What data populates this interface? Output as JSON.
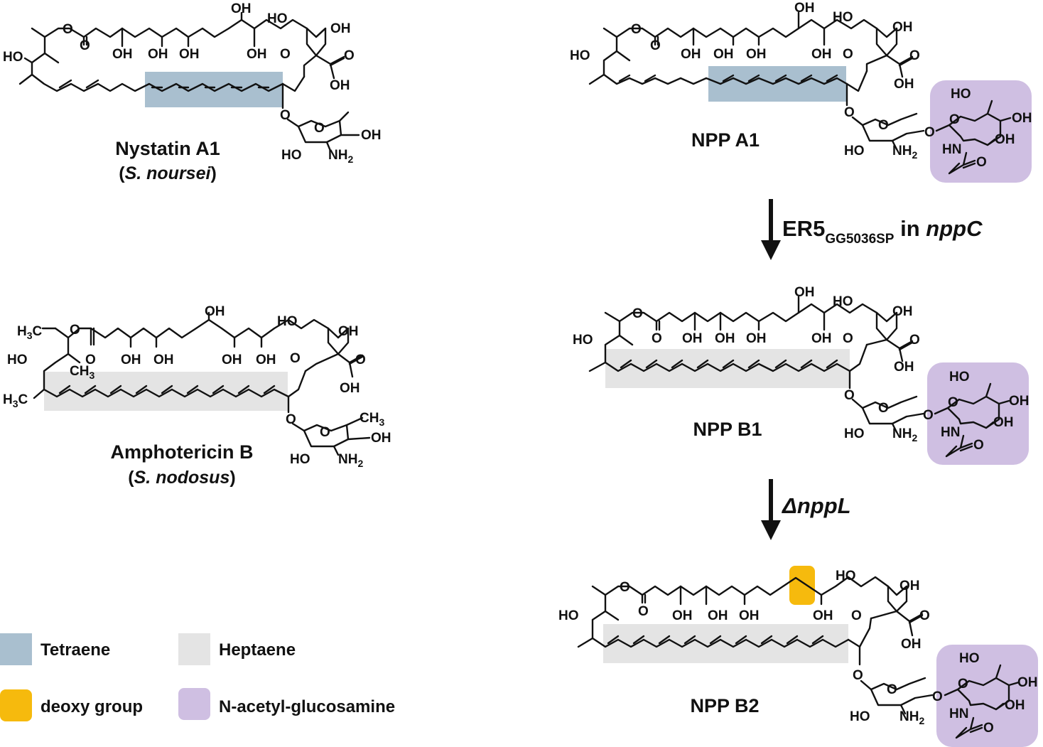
{
  "colors": {
    "tetraene": "#a9bfcf",
    "heptaene": "#e4e4e4",
    "deoxy": "#f6ba0d",
    "nag": "#cfbfe2",
    "ink": "#111111"
  },
  "compounds": {
    "nystatin": {
      "name": "Nystatin A1",
      "org_open": "(",
      "org_species": "S. noursei",
      "org_close": ")"
    },
    "amphotericin": {
      "name": "Amphotericin B",
      "org_open": "(",
      "org_species": "S. nodosus",
      "org_close": ")"
    },
    "npp_a1": {
      "name": "NPP A1"
    },
    "npp_b1": {
      "name": "NPP B1"
    },
    "npp_b2": {
      "name": "NPP B2"
    }
  },
  "steps": {
    "step1": {
      "main": "ER5",
      "sub": "GG5036SP",
      "mid": " in ",
      "gene": "nppC"
    },
    "step2": {
      "delta": "Δ",
      "gene": "nppL"
    }
  },
  "legend": [
    {
      "label": "Tetraene",
      "swatch": "tetraene"
    },
    {
      "label": "Heptaene",
      "swatch": "heptaene"
    },
    {
      "label": "deoxy group",
      "swatch": "deoxy"
    },
    {
      "label": "N-acetyl-glucosamine",
      "swatch": "nag"
    }
  ],
  "atoms": {
    "OH": "OH",
    "HO": "HO",
    "O": "O",
    "NH2": "NH",
    "NH2_sub": "2",
    "HN": "HN",
    "H3C": "H",
    "H3C_sub": "3",
    "H3C_c": "C",
    "CH3": "CH",
    "CH3_sub": "3"
  }
}
